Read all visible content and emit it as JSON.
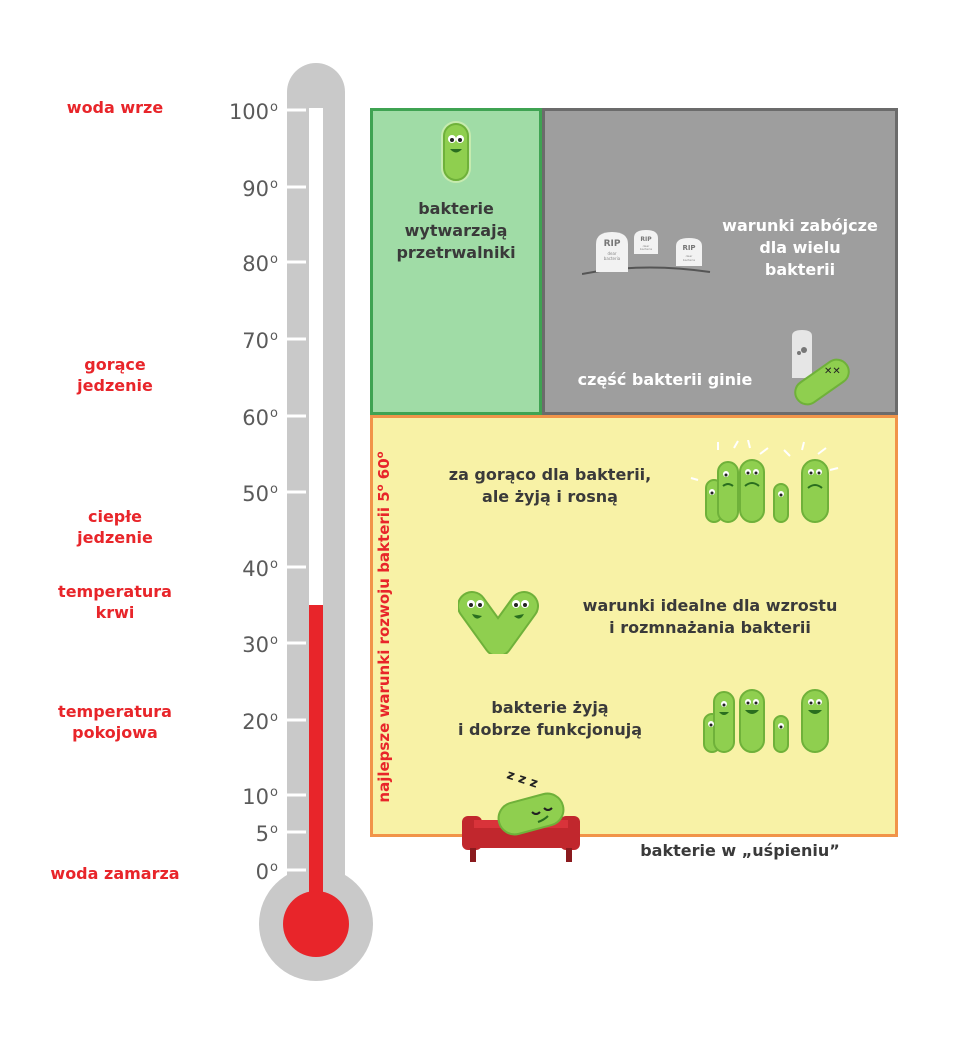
{
  "colors": {
    "red": "#e8252a",
    "thermometer": "#c9c9c9",
    "green_box_fill": "#a0dca6",
    "green_box_border": "#3fa352",
    "gray_box_fill": "#9e9e9e",
    "gray_box_border": "#6b6b6b",
    "yellow_box_fill": "#f8f2a6",
    "yellow_box_border": "#f19449",
    "bacteria": "#8fcf4f"
  },
  "scale": {
    "degree_mark": "o",
    "ticks": [
      "100",
      "90",
      "80",
      "70",
      "60",
      "50",
      "40",
      "30",
      "20",
      "10",
      "5",
      "0"
    ]
  },
  "thermometer": {
    "mercury_level": 35
  },
  "side_labels": {
    "boiling": "woda wrze",
    "hot_food_1": "gorące",
    "hot_food_2": "jedzenie",
    "warm_food_1": "ciepłe",
    "warm_food_2": "jedzenie",
    "blood_1": "temperatura",
    "blood_2": "krwi",
    "room_1": "temperatura",
    "room_2": "pokojowa",
    "freezing": "woda zamarza"
  },
  "boxes": {
    "green": {
      "line1": "bakterie",
      "line2": "wytwarzają",
      "line3": "przetrwalniki"
    },
    "gray": {
      "line1": "warunki zabójcze",
      "line2": "dla wielu",
      "line3": "bakterii",
      "lower": "część bakterii ginie",
      "rip": "RIP",
      "rip_sub1": "dear",
      "rip_sub2": "bacteria"
    },
    "yellow": {
      "vertical_label": "najlepsze warunki rozwoju bakterii 5",
      "vertical_label_mid": " 60",
      "row1_line1": "za gorąco dla bakterii,",
      "row1_line2": "ale żyją i rosną",
      "row2_line1": "warunki idealne dla wzrostu",
      "row2_line2": "i rozmnażania bakterii",
      "row3_line1": "bakterie żyją",
      "row3_line2": "i dobrze funkcjonują"
    }
  },
  "sleeping": {
    "zzz": "z z z",
    "label": "bakterie w „uśpieniu”"
  }
}
